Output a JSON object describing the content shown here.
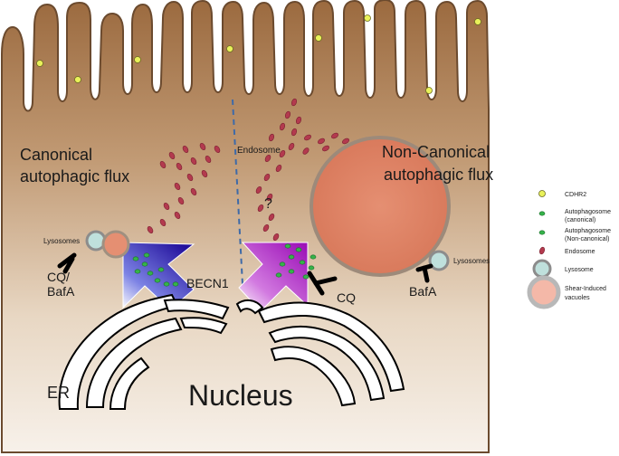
{
  "labels": {
    "canonical_line1": "Canonical",
    "canonical_line2": "autophagic flux",
    "noncanonical_line1": "Non-Canonical",
    "noncanonical_line2": "autophagic flux",
    "endosome": "Endosome",
    "question": "?",
    "lysosomes_left": "Lysosomes",
    "lysosomes_right": "Lysosomes",
    "cq_bafa_line1": "CQ/",
    "cq_bafa_line2": "BafA",
    "becn1": "BECN1",
    "cq": "CQ",
    "bafa": "BafA",
    "er": "ER",
    "nucleus": "Nucleus"
  },
  "legend": {
    "items": [
      {
        "label": "CDHR2",
        "symbol": "cdhr2"
      },
      {
        "label": "Autophagosome",
        "label2": "(canonical)",
        "symbol": "autophagosome-canonical"
      },
      {
        "label": "Autophagosome",
        "label2": "(Non-canonical)",
        "symbol": "autophagosome-noncanonical"
      },
      {
        "label": "Endosome",
        "symbol": "endosome"
      },
      {
        "label": "Lysosome",
        "symbol": "lysosome"
      },
      {
        "label": "Shear-Induced",
        "label2": "vacuoles",
        "symbol": "vacuole"
      }
    ]
  },
  "colors": {
    "cell_top": "#9b6a3f",
    "cell_bottom": "#f6efe6",
    "cdhr2": "#e9f15a",
    "autophagosome": "#35b34a",
    "endosome": "#b33a4e",
    "lysosome": "#bfe0dc",
    "vacuole": "#e08a6e",
    "arrow_blue": "#2b1aa8",
    "arrow_purple": "#b327c9",
    "dashed_line": "#3e6aa8"
  }
}
